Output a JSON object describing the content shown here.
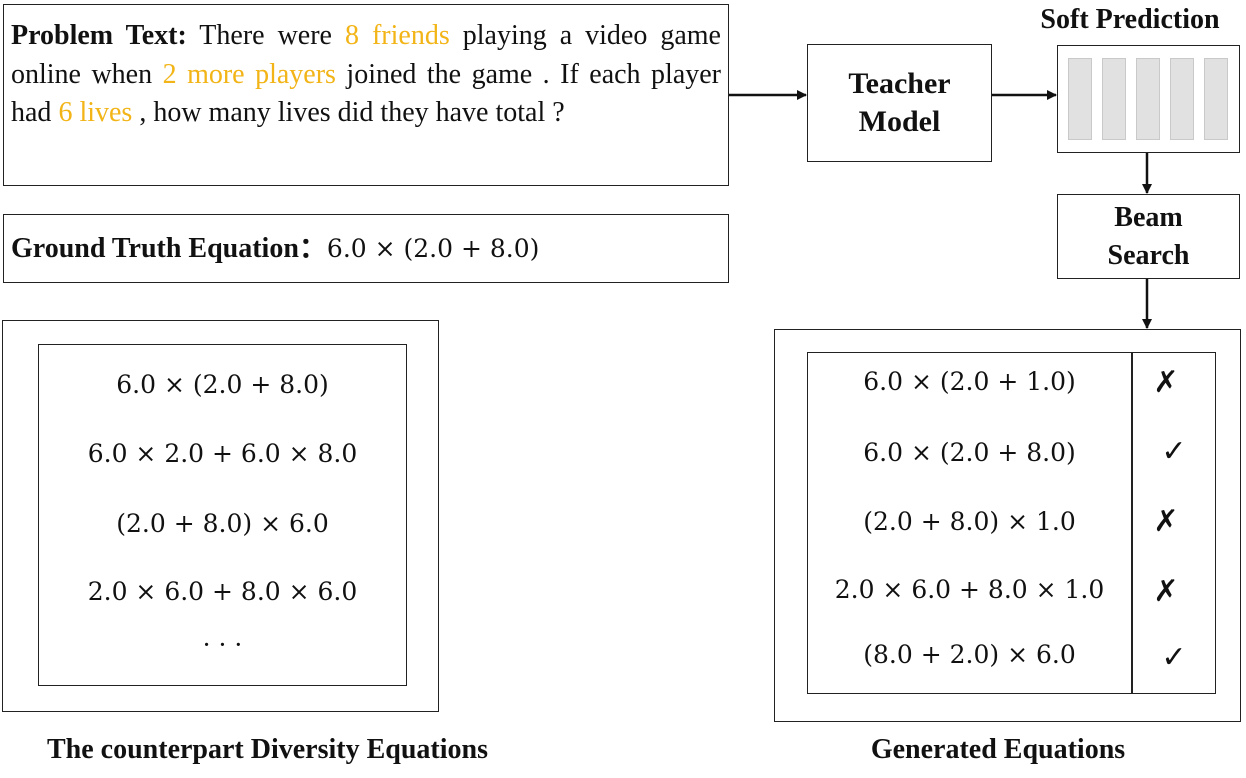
{
  "problem": {
    "label": "Problem Text:",
    "segments": [
      {
        "text": " There were ",
        "hl": false
      },
      {
        "text": "8 friends",
        "hl": true
      },
      {
        "text": " playing a video game  online when ",
        "hl": false
      },
      {
        "text": "2 more players",
        "hl": true
      },
      {
        "text": " joined the game . If each player had ",
        "hl": false
      },
      {
        "text": "6 lives",
        "hl": true
      },
      {
        "text": " , how many lives did they  have total ?",
        "hl": false
      }
    ]
  },
  "ground_truth": {
    "label": "Ground Truth Equation",
    "separator": "：",
    "equation": "6.0 × (2.0 + 8.0)"
  },
  "teacher": {
    "line1": "Teacher",
    "line2": "Model"
  },
  "soft_prediction": {
    "title": "Soft Prediction",
    "bars": 5
  },
  "beam_search": {
    "line1": "Beam",
    "line2": "Search"
  },
  "diversity": {
    "caption": "The counterpart Diversity Equations",
    "equations": [
      "6.0 × (2.0 + 8.0)",
      "6.0 × 2.0 + 6.0 × 8.0",
      "(2.0 + 8.0) × 6.0",
      "2.0 × 6.0 + 8.0 × 6.0",
      "· · ·"
    ]
  },
  "generated": {
    "caption": "Generated Equations",
    "rows": [
      {
        "equation": "6.0 × (2.0 + 1.0)",
        "mark": "✗",
        "correct": false
      },
      {
        "equation": "6.0 × (2.0 + 8.0)",
        "mark": "✓",
        "correct": true
      },
      {
        "equation": "(2.0 + 8.0) × 1.0",
        "mark": "✗",
        "correct": false
      },
      {
        "equation": "2.0 × 6.0 + 8.0 × 1.0",
        "mark": "✗",
        "correct": false
      },
      {
        "equation": "(8.0 + 2.0) × 6.0",
        "mark": "✓",
        "correct": true
      }
    ]
  },
  "colors": {
    "highlight": "#f2b416",
    "bar_fill": "#e1e1e1",
    "stroke": "#222222"
  }
}
